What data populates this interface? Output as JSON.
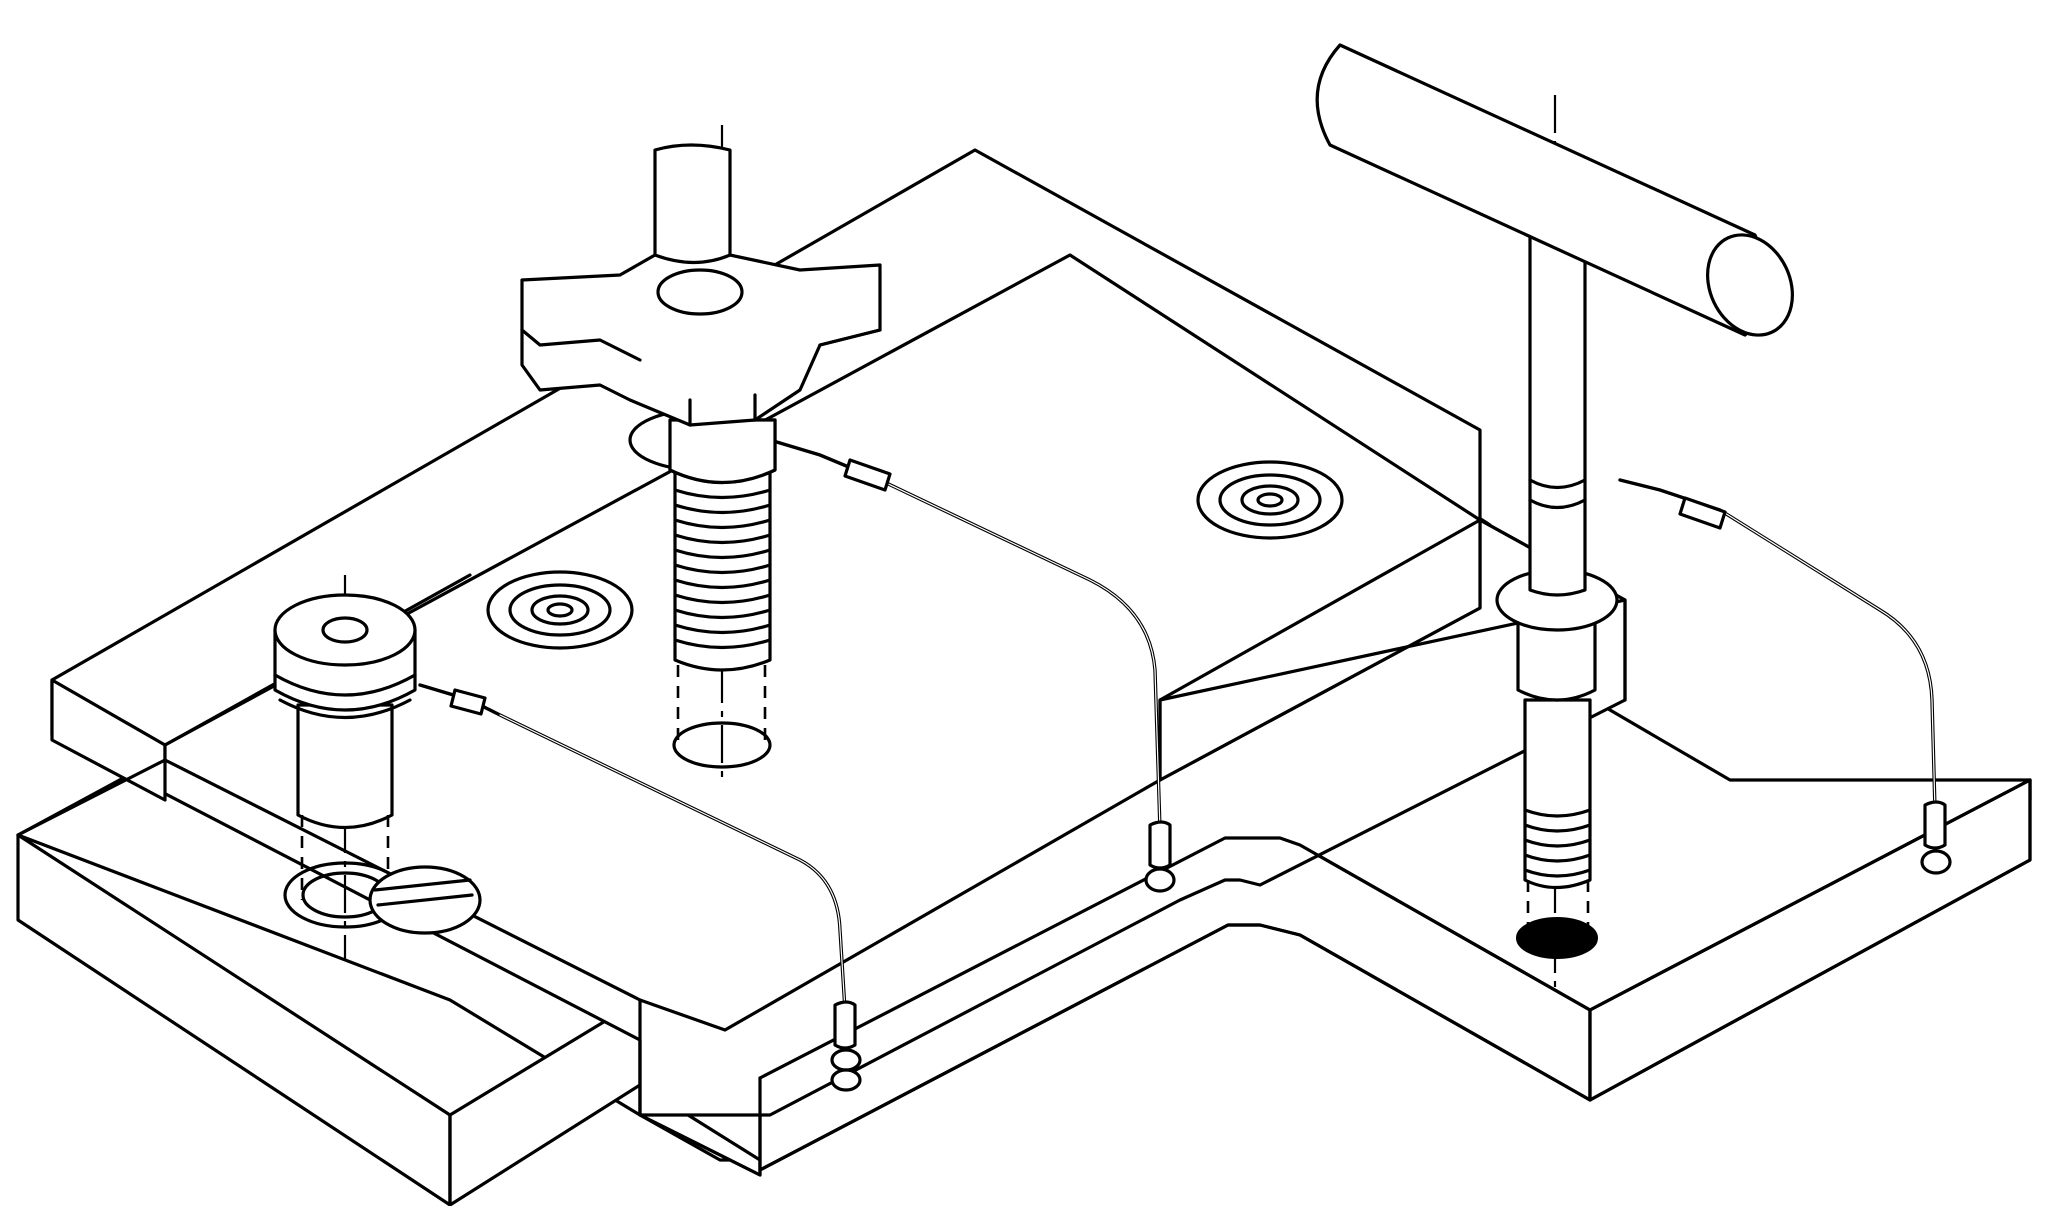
{
  "figure": {
    "background": "#ffffff",
    "ink": "#000000",
    "parts": [
      "upper-step-plate",
      "lower-plate",
      "star-knob-clamp-screw",
      "t-handle-screw",
      "shoulder-screw",
      "slotted-head-screw",
      "safety-lanyard-wires",
      "countersunk-holes"
    ]
  }
}
